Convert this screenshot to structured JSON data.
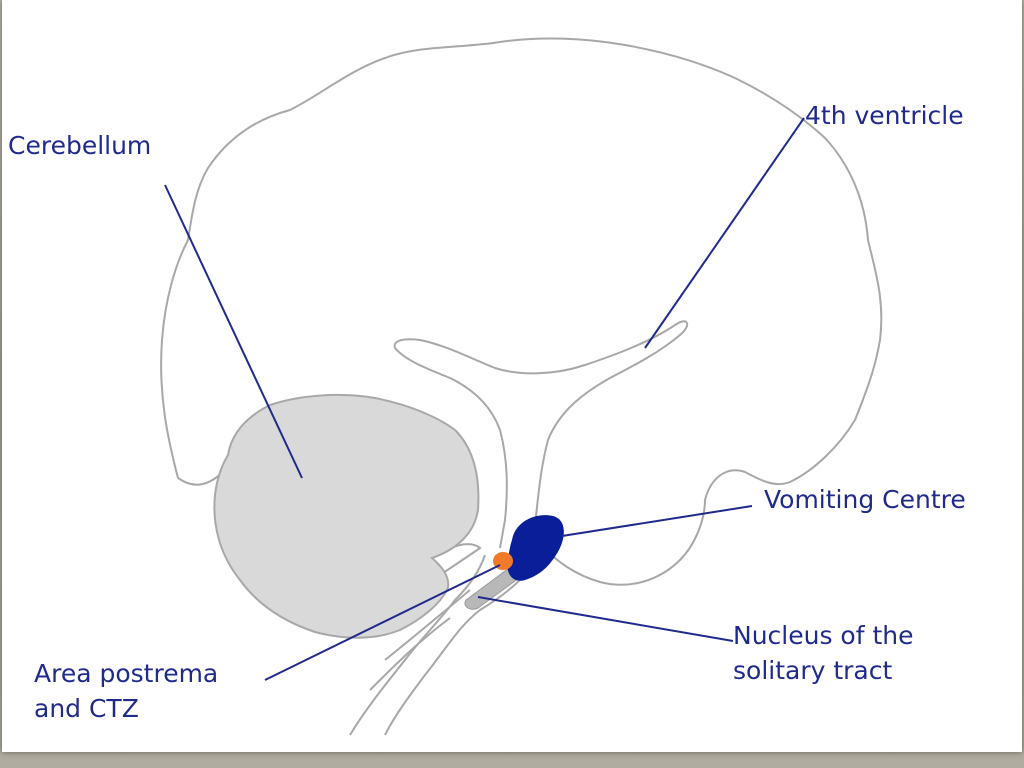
{
  "labels": {
    "cerebellum": "Cerebellum",
    "fourth_ventricle": "4th ventricle",
    "vomiting_centre": "Vomiting Centre",
    "nts_line1": "Nucleus of the",
    "nts_line2": "solitary tract",
    "area_line1": "Area postrema",
    "area_line2": "and CTZ"
  },
  "colors": {
    "outline": "#a8a8a8",
    "cerebellum_fill": "#d9d9d9",
    "leader_line": "#1f2a8c",
    "label_text": "#1f2a8c",
    "vomiting_centre_fill": "#0a1e9a",
    "area_postrema_fill": "#f07a2a",
    "nts_fill": "#b8b8b8"
  }
}
